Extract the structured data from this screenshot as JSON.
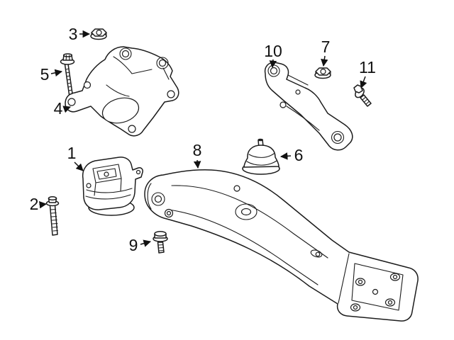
{
  "page": {
    "background_color": "#ffffff"
  },
  "diagram": {
    "kind": "exploded-parts-line-drawing",
    "subject": "engine-and-transmission-mounting-components",
    "line_color": "#1c1c1c",
    "label_color": "#111111",
    "callouts": [
      {
        "number": "1",
        "part": "engine-mount"
      },
      {
        "number": "2",
        "part": "flange-bolt"
      },
      {
        "number": "3",
        "part": "flange-nut"
      },
      {
        "number": "4",
        "part": "engine-mount-bracket"
      },
      {
        "number": "5",
        "part": "long-flange-bolt"
      },
      {
        "number": "6",
        "part": "transmission-mount"
      },
      {
        "number": "7",
        "part": "flange-nut"
      },
      {
        "number": "8",
        "part": "crossmember"
      },
      {
        "number": "9",
        "part": "flange-screw"
      },
      {
        "number": "10",
        "part": "transmission-support-bracket"
      },
      {
        "number": "11",
        "part": "short-flange-bolt"
      }
    ]
  }
}
